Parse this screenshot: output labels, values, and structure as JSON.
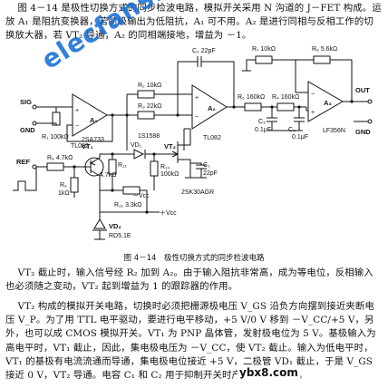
{
  "text": {
    "paragraph_1": "图 4－14 是极性切换方式的同步检波电路，模拟开关采用 N 沟道的 J－FET 构成。运放 A₁ 是阻抗变换器，若前级输出为低阻抗，A₁ 可不用。A₂ 是进行同相与反相工作的切换放大器，若 VT₂ 导通，A₂ 的同相端接地，增益为 －1。",
    "caption": "图 4－14　极性切换方式的同步检波电路",
    "paragraph_2": "VT₂ 截止时，输入信号经 R₂ 加到 A₂。由于输入阻抗非常高，成为等电位，反相输入也必须随之变动，VT₂ 起到增益为 1 的跟踪器的作用。",
    "paragraph_3": "VT₂ 构成的模拟开关电路，切换时必须把栅源极电压 V_GS 沿负方向摆到接近夹断电压 V_P。为了用 TTL 电平驱动，要进行电平移动，+5 V/0 V 移到 －V_CC/+5 V，另外，也可以成 CMOS 模拟开关。VT₁ 为 PNP 晶体管，发射极电位为 5 V。基极输入为高电平时，VT₁ 截止，因此，集电极电压为 －V_CC，使 VT₂ 截止。输入为低电平时，VT₁ 的基极有电流流通而导通，集电极电位接近 +5 V，二极管 VD₁ 截止，于是 V_GS 接近 0 V，VT₂ 导通。电容 C₁ 和 C₂ 用于抑制开关时产生的脉冲噪声。"
  },
  "circuit": {
    "components": {
      "a1": "A₁",
      "a1_part": "TL082",
      "a2": "A₂",
      "a2_part": "TL082",
      "a3": "A₃",
      "a3_part": "LF356N",
      "c2": "C₂ 22pF",
      "r2": "R₂ 10kΩ",
      "r3": "R₃ 22kΩ",
      "r1": "R₁ 100kΩ",
      "r5": "R₅ 160kΩ",
      "r4": "R₄ 160kΩ",
      "c3": "C₃",
      "c3_val": "0.1μF",
      "c4": "C₄",
      "c4_val": "0.1μF",
      "r7": "R₇ 10kΩ",
      "r6": "R₆ 5.6kΩ",
      "vt1": "VT₁",
      "vt1_part": "2SA733",
      "vd1": "VD₁",
      "vd1_part": "1S1588",
      "vt2": "VT₂",
      "vt2_part": "2SK30AGR",
      "c1": "C₁",
      "c1_val": "22pF",
      "r8": "R₈ 4.7kΩ",
      "r9": "R₉",
      "r9_val": "1kΩ",
      "r11": "R₁₁",
      "r11_val": "4.7kΩ",
      "r10": "R₁₀",
      "r10_val": "100kΩ",
      "r12": "R₁₂ 3.3kΩ",
      "vd2": "VD₂",
      "vd2_part": "RD5.1E"
    },
    "ports": {
      "sig": "SIG",
      "gnd1": "GND",
      "gnd2": "GND",
      "out": "OUT",
      "ref": "REF",
      "neg_vcc": "－Vcc",
      "pos_vcc": "＋Vcc"
    }
  },
  "watermarks": {
    "site": "elecfans.com",
    "site2": "ybx8.com"
  }
}
